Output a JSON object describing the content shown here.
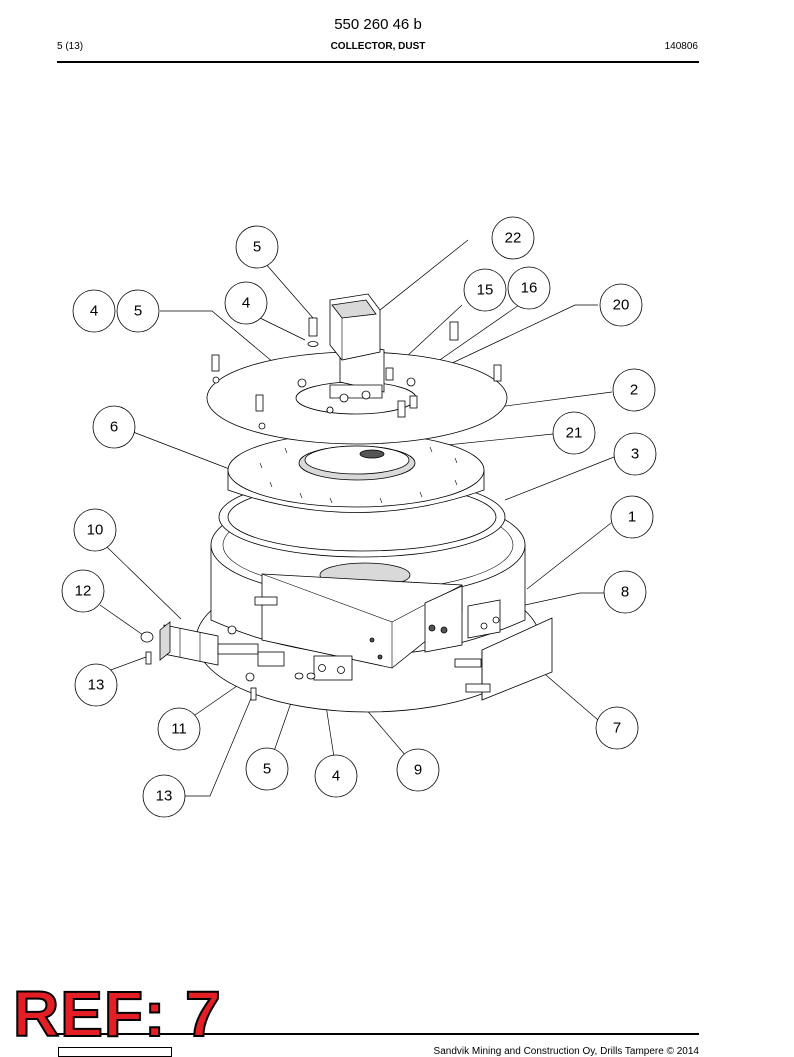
{
  "header": {
    "doc_number": "550 260 46 b",
    "page": "5 (13)",
    "title": "COLLECTOR, DUST",
    "date": "140806"
  },
  "drawing": {
    "callouts": [
      "22",
      "5",
      "15",
      "16",
      "4",
      "5",
      "4",
      "20",
      "2",
      "21",
      "6",
      "3",
      "1",
      "10",
      "12",
      "8",
      "13",
      "11",
      "7",
      "5",
      "4",
      "9",
      "13"
    ]
  },
  "stamp": {
    "text": "REF: 7"
  },
  "footer": {
    "text": "Sandvik Mining and Construction Oy, Drills Tampere © 2014"
  }
}
